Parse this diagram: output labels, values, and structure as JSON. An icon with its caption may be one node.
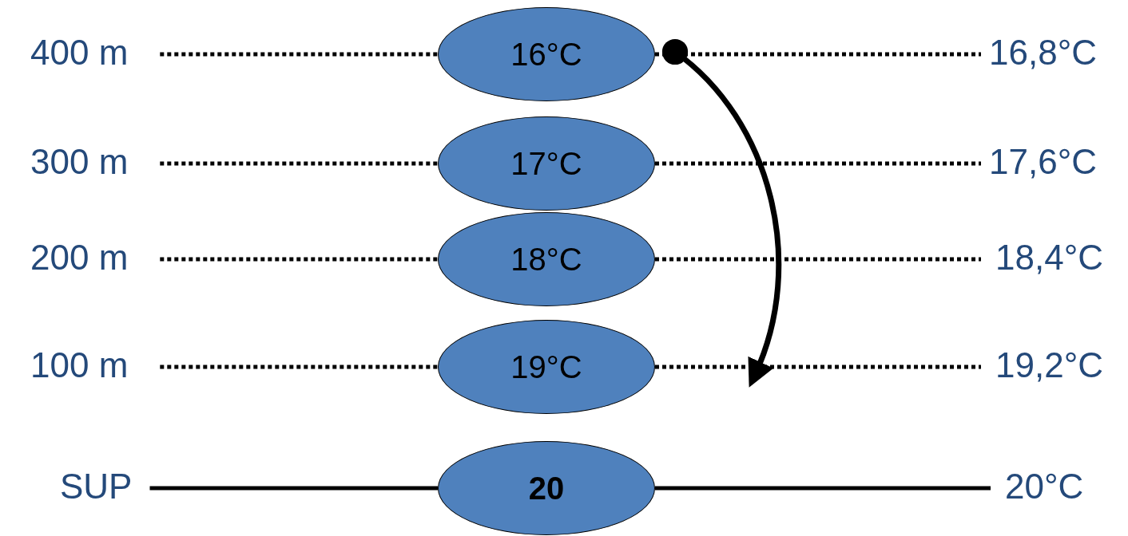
{
  "diagram": {
    "nodes": [
      {
        "text": [
          "400 m"
        ]
      },
      {
        "text": [
          "16°C"
        ]
      },
      {
        "text": [
          "16,8°C"
        ]
      },
      {
        "text": [
          "300 m"
        ]
      },
      {
        "text": [
          "17°C"
        ]
      },
      {
        "text": [
          "17,6°C"
        ]
      },
      {
        "text": [
          "200 m"
        ]
      },
      {
        "text": [
          "18°C"
        ]
      },
      {
        "text": [
          "18,4°C"
        ]
      },
      {
        "text": [
          "100 m"
        ]
      },
      {
        "text": [
          "19°C"
        ]
      },
      {
        "text": [
          "19,2°C"
        ]
      },
      {
        "text": [
          "SUP"
        ]
      },
      {
        "text": [
          "20"
        ]
      },
      {
        "text": [
          "20°C"
        ]
      }
    ],
    "edges": [
      {
        "from": 0,
        "to": 1,
        "arrow": "none",
        "style": "dashed"
      },
      {
        "from": 1,
        "to": 2,
        "arrow": "none",
        "style": "dashed"
      },
      {
        "from": 3,
        "to": 4,
        "arrow": "none",
        "style": "dashed"
      },
      {
        "from": 4,
        "to": 5,
        "arrow": "none",
        "style": "dashed"
      },
      {
        "from": 6,
        "to": 7,
        "arrow": "none",
        "style": "dashed"
      },
      {
        "from": 7,
        "to": 8,
        "arrow": "none",
        "style": "dashed"
      },
      {
        "from": 9,
        "to": 10,
        "arrow": "none",
        "style": "dashed"
      },
      {
        "from": 10,
        "to": 11,
        "arrow": "none",
        "style": "dashed"
      },
      {
        "from": 12,
        "to": 13,
        "arrow": "none"
      },
      {
        "from": 13,
        "to": 14,
        "arrow": "none"
      },
      {
        "from": 1,
        "to": null,
        "arrow": "to"
      }
    ]
  }
}
